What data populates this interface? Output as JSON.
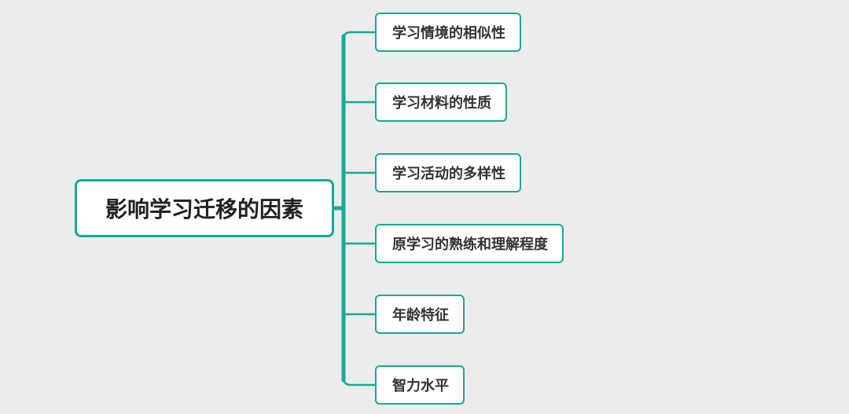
{
  "diagram": {
    "root": {
      "label": "影响学习迁移的因素"
    },
    "children": [
      {
        "label": "学习情境的相似性"
      },
      {
        "label": "学习材料的性质"
      },
      {
        "label": "学习活动的多样性"
      },
      {
        "label": "原学习的熟练和理解程度"
      },
      {
        "label": "年龄特征"
      },
      {
        "label": "智力水平"
      }
    ],
    "colors": {
      "accent": "#16a996",
      "background": "#ececec",
      "node_fill": "#ffffff",
      "text": "#333333"
    }
  }
}
